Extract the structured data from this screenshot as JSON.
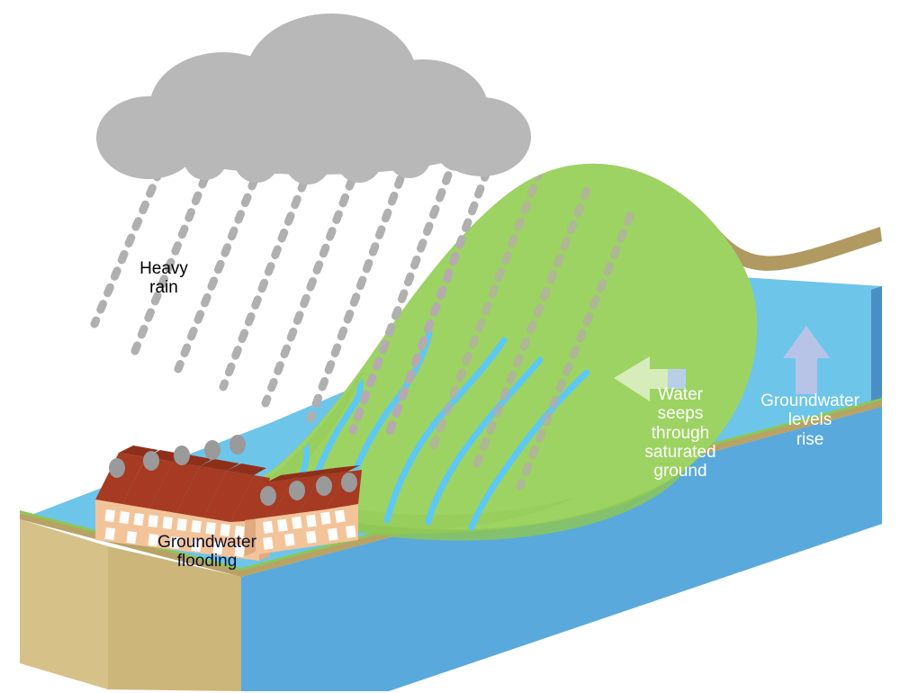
{
  "diagram": {
    "title": "Groundwater flooding process diagram",
    "type": "cross-section-block-diagram"
  },
  "labels": {
    "heavy_rain": "Heavy\nrain",
    "groundwater_flooding": "Groundwater\nflooding",
    "water_seeps": "Water\nseeps\nthrough\nsaturated\nground",
    "groundwater_levels_rise": "Groundwater\nlevels\nrise"
  },
  "icons": {
    "cloud": "rain-cloud-icon",
    "rain": "rain-streaks-icon",
    "left_arrow": "left-arrow-icon",
    "up_arrow": "up-arrow-icon",
    "houses_back": "terraced-houses-icon",
    "houses_front": "terraced-houses-icon",
    "streams": "surface-runoff-streams-icon"
  },
  "colors": {
    "background": "#ffffff",
    "cloud_gray": "#b8b8b8",
    "rain_gray": "#b0b0b0",
    "hill_green": "#9dd362",
    "hill_green_shadow": "#8dc753",
    "soil_brown": "#b09a62",
    "soil_edge_dark": "#a08a52",
    "sand_tan": "#d6c189",
    "sand_tan_dark": "#c9b37a",
    "water_light_blue": "#6ec5ea",
    "water_mid_blue": "#5aa9dd",
    "water_deep_blue": "#4a8fc4",
    "water_dark_blue": "#3d7cb0",
    "arrow_pale_green": "#d6ecbb",
    "arrow_periwinkle": "#b7c4e8",
    "stream_blue": "#5ec8f5",
    "roof_red": "#a63a22",
    "roof_red_dark": "#8f2f1a",
    "wall_peach": "#f3c49a",
    "wall_peach_dark": "#e0ab80",
    "window_white": "#fdfdfd",
    "window_blue": "#cfe4f2",
    "chimney_gray": "#9a9a9a",
    "label_dark": "#0d1030",
    "label_white": "#ffffff",
    "label_black": "#000000"
  },
  "counts": {
    "rain_columns": 9,
    "stream_lines": 5,
    "back_terrace_units": 6,
    "front_terrace_units": 4
  }
}
